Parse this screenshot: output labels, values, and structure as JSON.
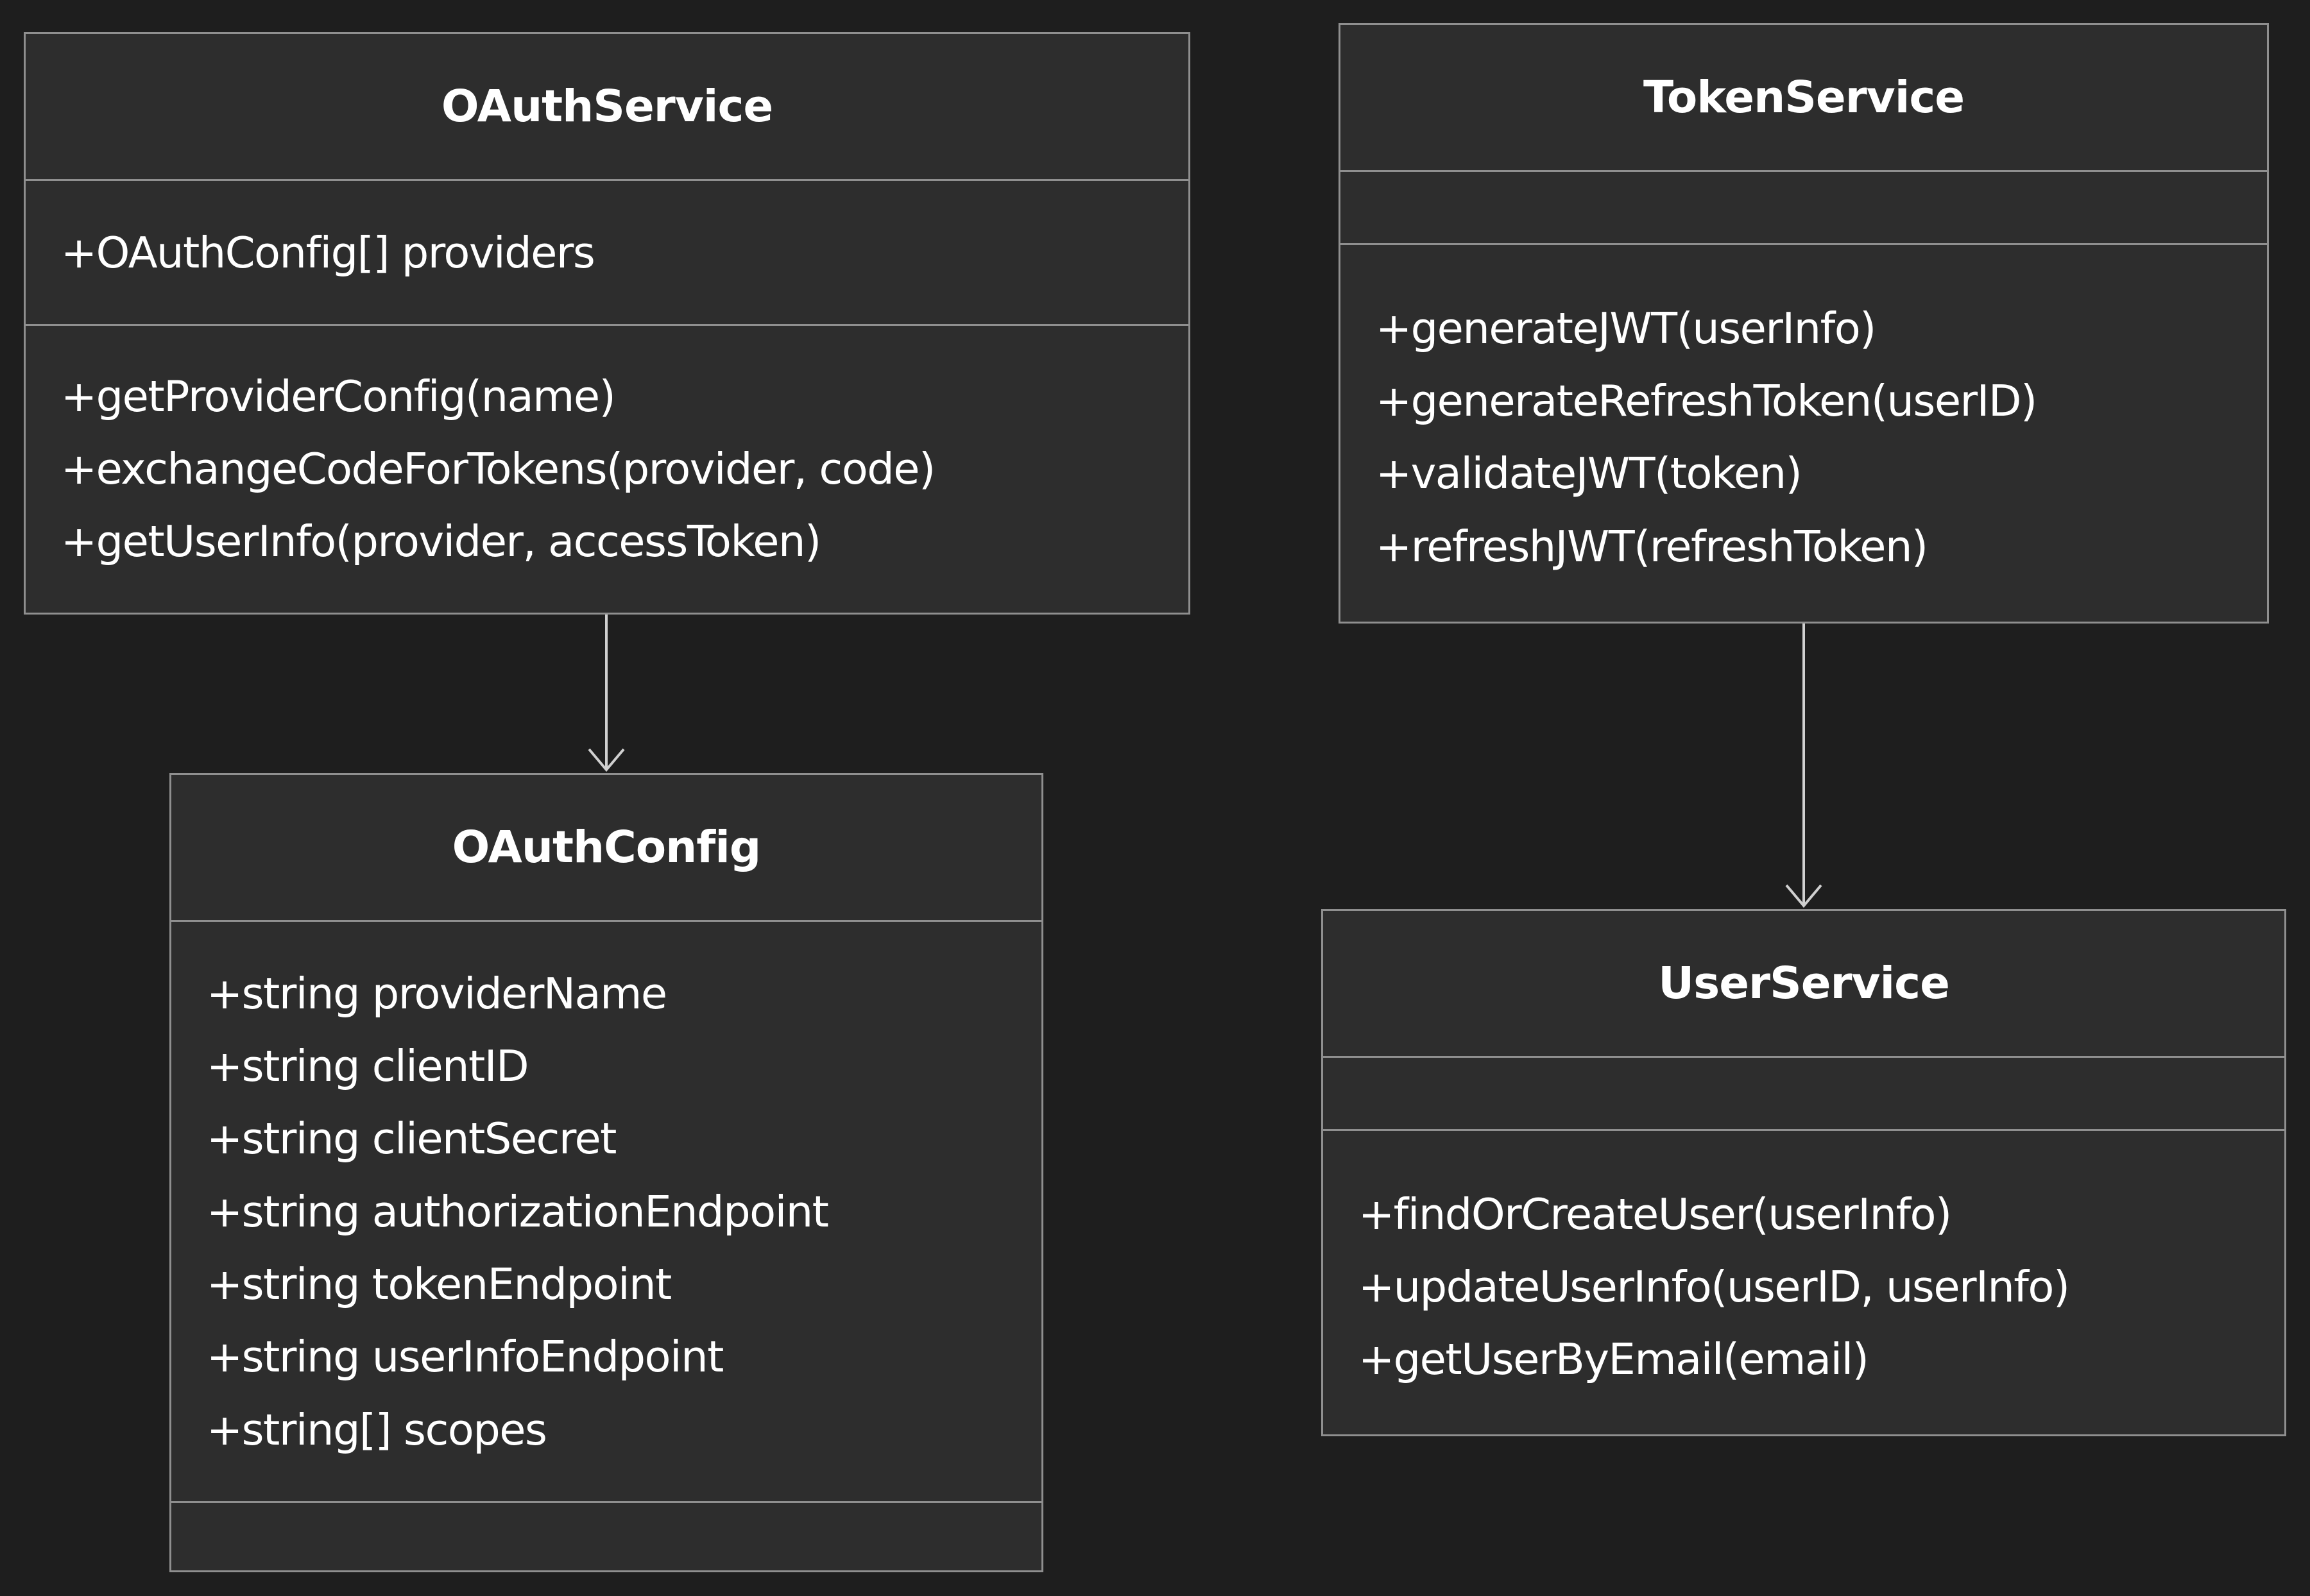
{
  "classes": {
    "oauth_service": {
      "name": "OAuthService",
      "attributes": [
        "+OAuthConfig[] providers"
      ],
      "methods": [
        "+getProviderConfig(name)",
        "+exchangeCodeForTokens(provider, code)",
        "+getUserInfo(provider, accessToken)"
      ]
    },
    "token_service": {
      "name": "TokenService",
      "attributes": [],
      "methods": [
        "+generateJWT(userInfo)",
        "+generateRefreshToken(userID)",
        "+validateJWT(token)",
        "+refreshJWT(refreshToken)"
      ]
    },
    "oauth_config": {
      "name": "OAuthConfig",
      "attributes": [
        "+string providerName",
        "+string clientID",
        "+string clientSecret",
        "+string authorizationEndpoint",
        "+string tokenEndpoint",
        "+string userInfoEndpoint",
        "+string[] scopes"
      ],
      "methods": []
    },
    "user_service": {
      "name": "UserService",
      "attributes": [],
      "methods": [
        "+findOrCreateUser(userInfo)",
        "+updateUserInfo(userID, userInfo)",
        "+getUserByEmail(email)"
      ]
    }
  },
  "relations": [
    {
      "from": "OAuthService",
      "to": "OAuthConfig"
    },
    {
      "from": "TokenService",
      "to": "UserService"
    }
  ],
  "colors": {
    "background": "#1e1e1e",
    "box_fill": "#2d2d2d",
    "border": "#8f8f8f",
    "text": "#ffffff",
    "edge": "#d0d0d0"
  }
}
